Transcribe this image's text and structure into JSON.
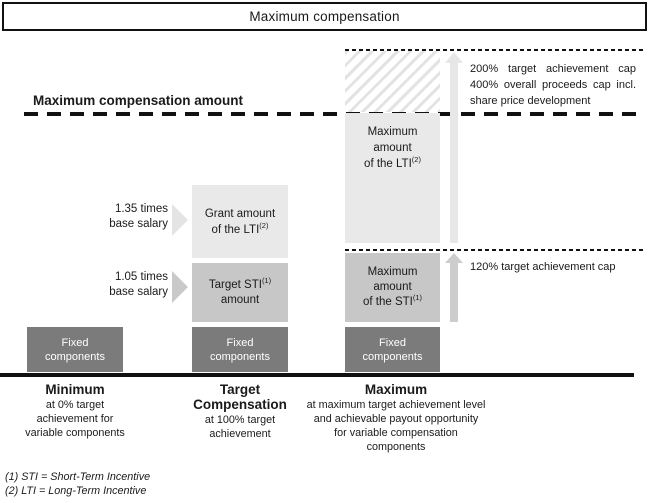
{
  "header": {
    "title": "Maximum compensation"
  },
  "max_line": {
    "label": "Maximum compensation amount"
  },
  "cap_200": {
    "line1": "200% target achievement cap",
    "line2": "400% overall proceeds cap incl.",
    "line3": "share price development"
  },
  "cap_120": {
    "label": "120% target achievement cap"
  },
  "multipliers": {
    "lti": {
      "line1": "1.35 times",
      "line2": "base salary"
    },
    "sti": {
      "line1": "1.05 times",
      "line2": "base salary"
    }
  },
  "boxes": {
    "max_lti": {
      "line1": "Maximum",
      "line2": "amount",
      "line3": "of the LTI",
      "sup": "(2)"
    },
    "grant_lti": {
      "line1": "Grant amount",
      "line2": "of the LTI",
      "sup": "(2)"
    },
    "target_sti": {
      "line1": "Target STI",
      "sup": "(1)",
      "line2": "amount"
    },
    "max_sti": {
      "line1": "Maximum",
      "line2": "amount",
      "line3": "of the STI",
      "sup": "(1)"
    },
    "fixed": {
      "label": "Fixed components"
    }
  },
  "x_axis": {
    "minimum": {
      "title": "Minimum",
      "sub": "at 0% target achievement for variable components"
    },
    "target": {
      "title_line1": "Target",
      "title_line2": "Compensation",
      "sub": "at 100% target achievement"
    },
    "maximum": {
      "title": "Maximum",
      "sub": "at maximum target achievement level and achievable payout opportunity for variable compensation components"
    }
  },
  "footnotes": {
    "f1": "(1) STI = Short-Term Incentive",
    "f2": "(2) LTI = Long-Term Incentive"
  },
  "colors": {
    "light_gray": "#e9e9e9",
    "mid_gray": "#c7c7c7",
    "dark_gray": "#7b7b7b",
    "line_black": "#111111"
  }
}
